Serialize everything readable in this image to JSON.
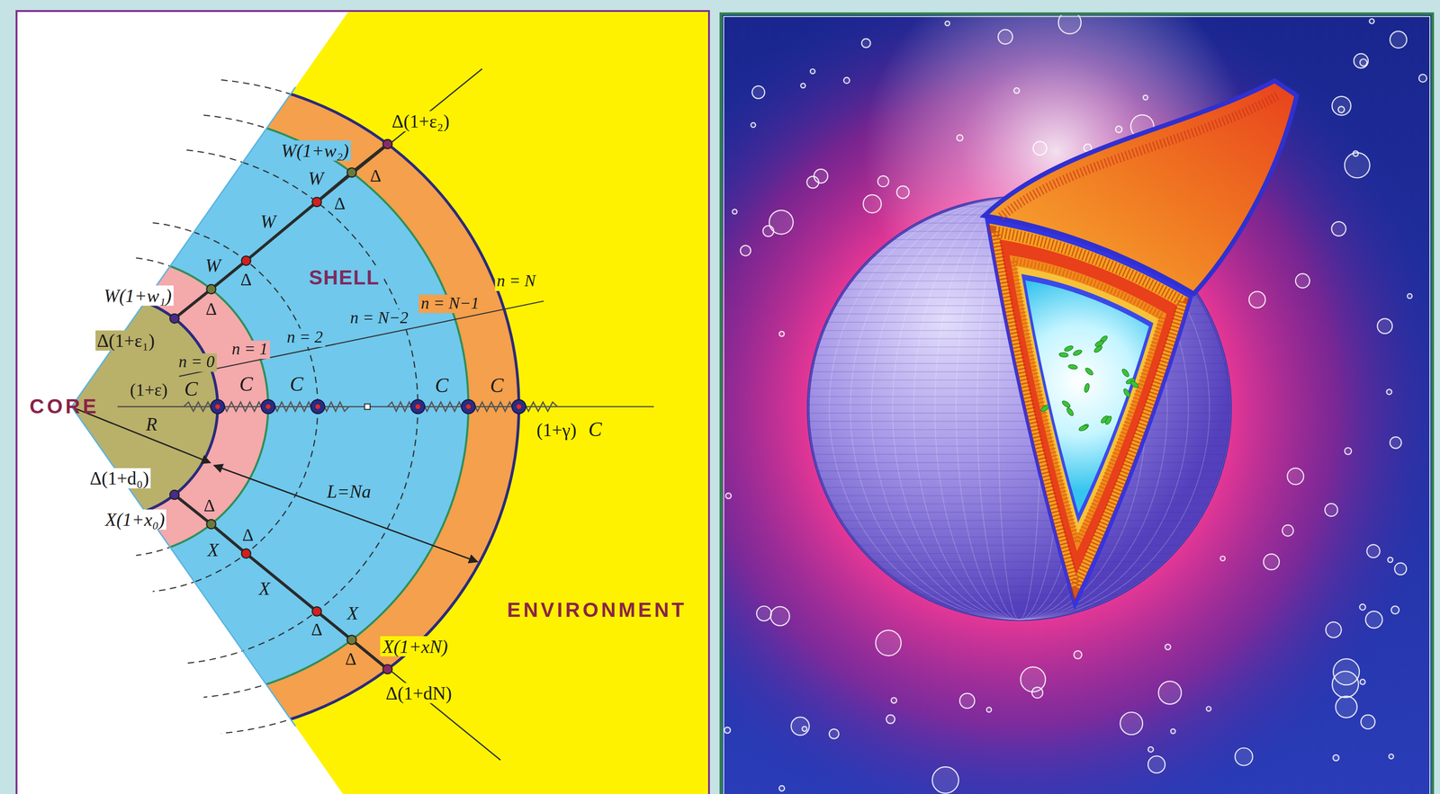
{
  "diagram": {
    "nodes": [
      {
        "text": [
          "CORE"
        ]
      },
      {
        "text": [
          "SHELL"
        ]
      },
      {
        "text": [
          "ENVIRONMENT"
        ]
      }
    ],
    "labels": [
      "Δ(1+ε₂)",
      "W(1+w₂)",
      "Δ",
      "W",
      "Δ",
      "W",
      "W",
      "Δ",
      "n = N",
      "W(1+w₁)",
      "n = N−1",
      "Δ",
      "n = N−2",
      "n = 2",
      "Δ(1+ε₁)",
      "n = 1",
      "n = 0",
      "(1+ε)",
      "C",
      "C",
      "C",
      "C",
      "C",
      "(1+γ)",
      "C",
      "R",
      "Δ(1+d₀)",
      "L=Na",
      "Δ",
      "X(1+x₀)",
      "Δ",
      "X",
      "X",
      "X",
      "Δ",
      "X(1+xN)",
      "Δ",
      "Δ(1+dN)"
    ]
  }
}
